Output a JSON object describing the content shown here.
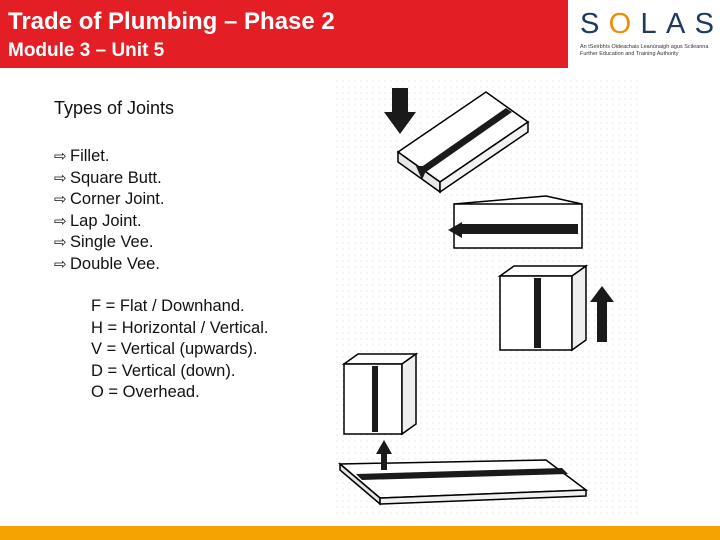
{
  "header": {
    "title": "Trade of Plumbing – Phase 2",
    "subtitle": "Module 3 – Unit 5",
    "color": "#e31e24"
  },
  "logo": {
    "letters": [
      "S",
      "O",
      "L",
      "A",
      "S"
    ],
    "tagline_line1": "An tSeirbhís Oideachais Leanúnaigh agus Scileanna",
    "tagline_line2": "Further Education and Training Authority"
  },
  "content": {
    "section_title": "Types of Joints",
    "joint_types": [
      "Fillet.",
      "Square Butt.",
      "Corner Joint.",
      "Lap Joint.",
      "Single Vee.",
      "Double Vee."
    ],
    "bullet_icon": "outline-right-arrow-icon",
    "positions": [
      "F = Flat / Downhand.",
      "H = Horizontal / Vertical.",
      "V = Vertical (upwards).",
      "D = Vertical (down).",
      "O = Overhead."
    ]
  },
  "footer": {
    "color": "#f5a300"
  }
}
